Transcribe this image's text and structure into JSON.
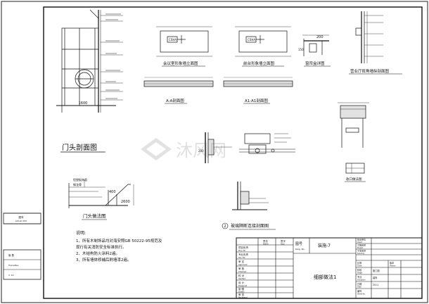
{
  "views": {
    "door_section_title": "门头剖面图",
    "door_section_dim": "1600",
    "door_detail_title": "门头做法图",
    "door_detail_dim_a": "400",
    "door_detail_dim_b": "2600",
    "door_detail_note_a": "铝塑板饰面",
    "door_detail_note_b": "钢龙骨",
    "meeting_elev_title": "会议室形象墙立面图",
    "meeting_elev_panel": "CSHA",
    "front_elev_title": "前台形象墙立面图",
    "front_elev_panel": "CSHA",
    "section_aa_title": "A-A剖面图",
    "section_a1_title": "A1-A1剖面图",
    "curtain_box_title": "窗帘盒详图",
    "curtain_box_dim_a": "200",
    "curtain_box_dim_b": "150",
    "wall_section_title": "营业厅摔角墙纵剖面图",
    "glass_partition_title": "玻璃隔断连接剖面图",
    "glass_partition_num": "2",
    "small_detail_title": "收口做法图",
    "dim_200": "200"
  },
  "notes": {
    "heading": "说明:",
    "items": [
      "1、所有木制饰品均对海安照GB 50222-95规范及",
      "现行有关消防安全标准执行。",
      "2、木结构防火涂料2遍。",
      "3、所有墙体修補后刷墙漆2遍。"
    ]
  },
  "watermark": "沐风网",
  "left_margin": {
    "box1_top": "图号",
    "box1_bottom": "Actual XXX",
    "box2_top": "版  数",
    "box2_mid": "Trans/Rev",
    "box2_bottom": "V. 1A"
  },
  "title_block": {
    "drawing_no_label": "图号",
    "drawing_no_label_en": "Dwg. No.",
    "drawing_no": "装施-7",
    "drawing_title": "细部做法1",
    "left_rows": [
      {
        "cn": "项目负责",
        "en": "Proj. Dir."
      },
      {
        "cn": "专业负责",
        "en": "Dis. Dir."
      },
      {
        "cn": "审  定",
        "en": "Approved"
      },
      {
        "cn": "审  核",
        "en": "Checked"
      },
      {
        "cn": "校  对",
        "en": "Verified"
      },
      {
        "cn": "设  计",
        "en": "Designed"
      },
      {
        "cn": "制  图",
        "en": "Drawn"
      },
      {
        "cn": "审  查",
        "en": "Reviewed"
      }
    ],
    "col_headers": [
      {
        "cn": "签名",
        "en": "Name"
      },
      {
        "cn": "签字",
        "en": "Sign"
      }
    ],
    "right_rows": [
      {
        "cn": "建设单位",
        "en": "Client"
      },
      {
        "cn": "工程名称",
        "en": "Project"
      },
      {
        "cn": "子项名称",
        "en": "Sub-Proj."
      }
    ],
    "right_bottom": [
      {
        "cn": "比例",
        "en": "Scale",
        "val": ""
      },
      {
        "cn": "阶段",
        "en": "Stage",
        "val": "施工图"
      },
      {
        "cn": "专业",
        "en": "Discipline",
        "val": "装饰"
      },
      {
        "cn": "日期",
        "en": "Date",
        "val": "2011"
      },
      {
        "cn": "编号",
        "en": "Sheet No.",
        "val": ""
      },
      {
        "cn": "版本",
        "en": "Version",
        "val": ""
      }
    ]
  }
}
